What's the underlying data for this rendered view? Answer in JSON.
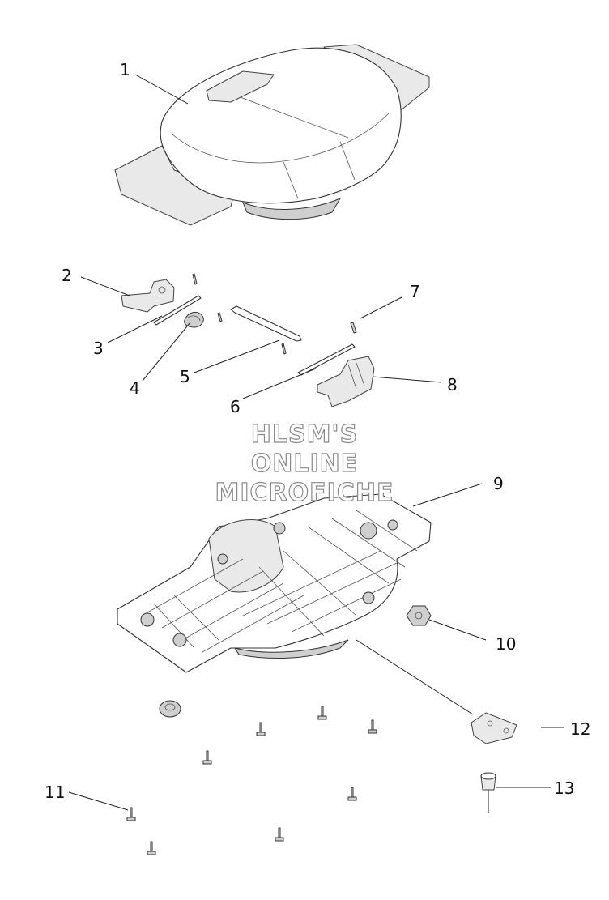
{
  "callouts": {
    "c1": "1",
    "c2": "2",
    "c3": "3",
    "c4": "4",
    "c5": "5",
    "c6": "6",
    "c7": "7",
    "c8": "8",
    "c9": "9",
    "c10": "10",
    "c11": "11",
    "c12": "12",
    "c13": "13"
  },
  "watermark": {
    "line1": "HLSM'S",
    "line2": "ONLINE",
    "line3": "MICROFICHE"
  },
  "colors": {
    "line": "#333333",
    "watermark_outline": "#8a8a8a",
    "background": "#ffffff"
  }
}
